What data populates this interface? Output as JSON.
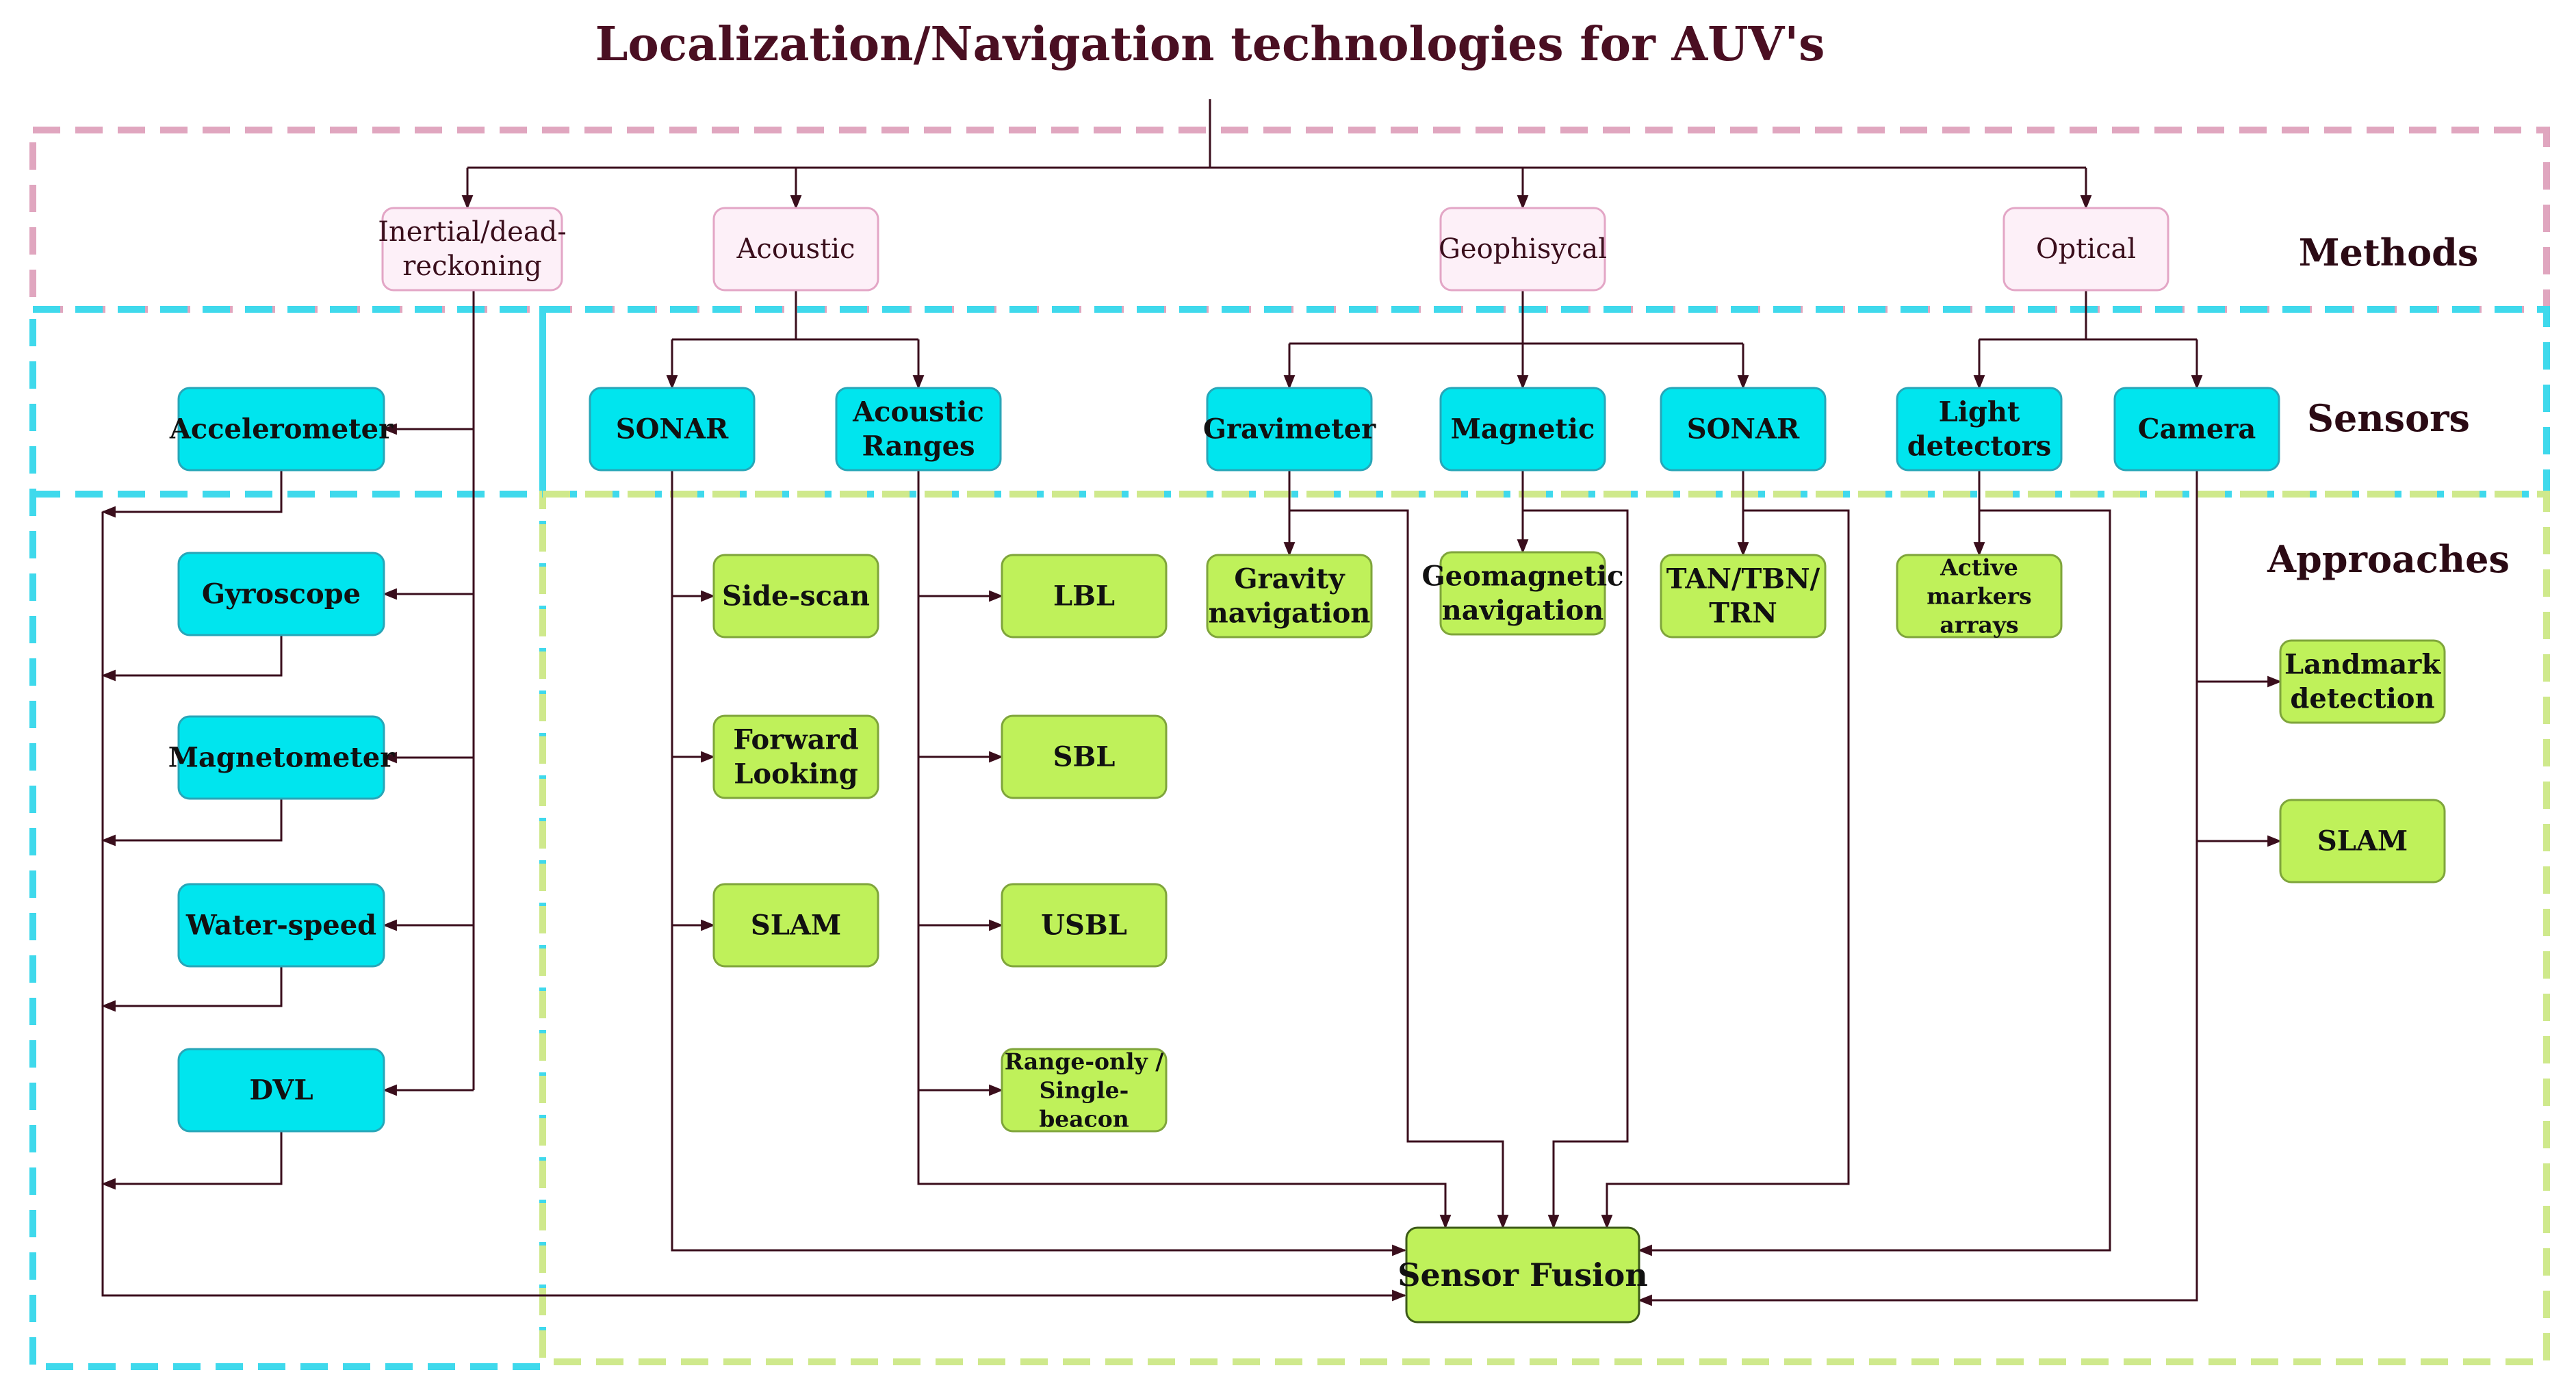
{
  "title": "Localization/Navigation technologies for AUV's",
  "layers": {
    "methods": "Methods",
    "sensors": "Sensors",
    "approaches": "Approaches"
  },
  "methods": {
    "inertial": [
      "Inertial/dead-",
      "reckoning"
    ],
    "acoustic": [
      "Acoustic"
    ],
    "geophysical": [
      "Geophisycal"
    ],
    "optical": [
      "Optical"
    ]
  },
  "sensors": {
    "accelerometer": [
      "Accelerometer"
    ],
    "gyroscope": [
      "Gyroscope"
    ],
    "magnetometer": [
      "Magnetometer"
    ],
    "water_speed": [
      "Water-speed"
    ],
    "dvl": [
      "DVL"
    ],
    "sonar_acoustic": [
      "SONAR"
    ],
    "acoustic_ranges": [
      "Acoustic",
      "Ranges"
    ],
    "gravimeter": [
      "Gravimeter"
    ],
    "magnetic": [
      "Magnetic"
    ],
    "sonar_geo": [
      "SONAR"
    ],
    "light_detectors": [
      "Light",
      "detectors"
    ],
    "camera": [
      "Camera"
    ]
  },
  "approaches": {
    "side_scan": [
      "Side-scan"
    ],
    "forward_looking": [
      "Forward",
      "Looking"
    ],
    "slam_sonar": [
      "SLAM"
    ],
    "lbl": [
      "LBL"
    ],
    "sbl": [
      "SBL"
    ],
    "usbl": [
      "USBL"
    ],
    "range_only": [
      "Range-only /",
      "Single-",
      "beacon"
    ],
    "gravity_nav": [
      "Gravity",
      "navigation"
    ],
    "geomagnetic_nav": [
      "Geomagnetic",
      "navigation"
    ],
    "tan": [
      "TAN/TBN/",
      "TRN"
    ],
    "active_markers": [
      "Active",
      "markers",
      "arrays"
    ],
    "landmark": [
      "Landmark",
      "detection"
    ],
    "slam_camera": [
      "SLAM"
    ]
  },
  "fusion": [
    "Sensor Fusion"
  ],
  "colors": {
    "title": "#4a0f22",
    "method_fill": "#fdf0f8",
    "method_stroke": "#e3a6c6",
    "sensor_fill": "#00e5ee",
    "sensor_stroke": "#27a6b8",
    "approach_fill": "#bff15a",
    "approach_stroke": "#7fa53b",
    "methods_border": "#e0a6bf",
    "sensors_border": "#3fd9ec",
    "approaches_border": "#cfe98c",
    "connector": "#3a0e1c"
  }
}
